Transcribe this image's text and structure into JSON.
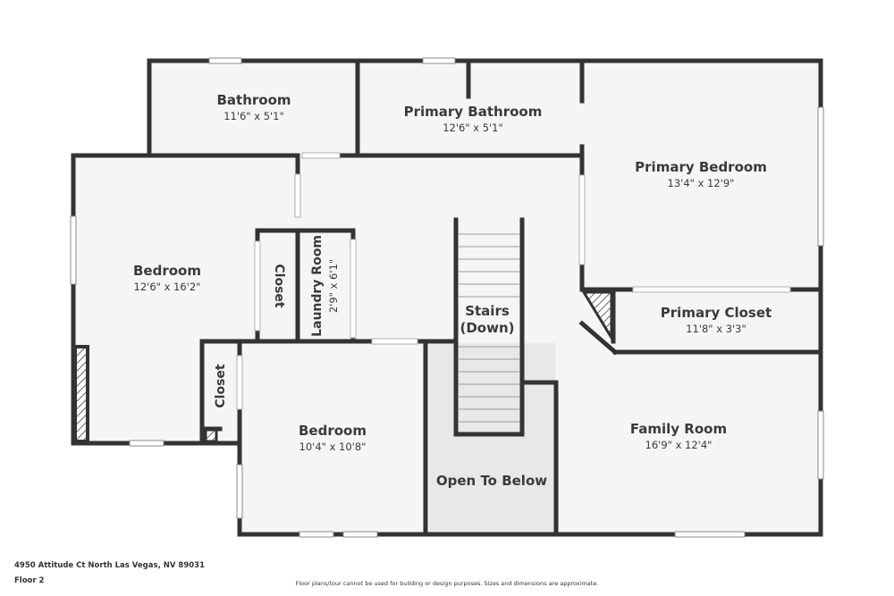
{
  "rooms": {
    "bathroom": {
      "name": "Bathroom",
      "dims": "11'6\" x 5'1\""
    },
    "primary_bathroom": {
      "name": "Primary Bathroom",
      "dims": "12'6\" x 5'1\""
    },
    "primary_bedroom": {
      "name": "Primary Bedroom",
      "dims": "13'4\" x 12'9\""
    },
    "bedroom_1": {
      "name": "Bedroom",
      "dims": "12'6\" x 16'2\""
    },
    "closet_1": {
      "name": "Closet"
    },
    "laundry": {
      "name": "Laundry Room",
      "dims": "2'9\" x 6'1\""
    },
    "stairs": {
      "line1": "Stairs",
      "line2": "(Down)"
    },
    "primary_closet": {
      "name": "Primary Closet",
      "dims": "11'8\" x 3'3\""
    },
    "closet_2": {
      "name": "Closet"
    },
    "bedroom_2": {
      "name": "Bedroom",
      "dims": "10'4\" x 10'8\""
    },
    "family_room": {
      "name": "Family Room",
      "dims": "16'9\" x 12'4\""
    },
    "open_to_below": {
      "name": "Open To Below"
    }
  },
  "footer": {
    "address": "4950 Attitude Ct North Las Vegas, NV 89031",
    "floor": "Floor 2",
    "disclaimer": "Floor plans/tour cannot be used for building or design purposes. Sizes and dimensions are approximate."
  },
  "colors": {
    "wall": "#333333",
    "floor": "#f5f5f5",
    "open_below": "#e8e8e8",
    "window": "#ffffff"
  }
}
